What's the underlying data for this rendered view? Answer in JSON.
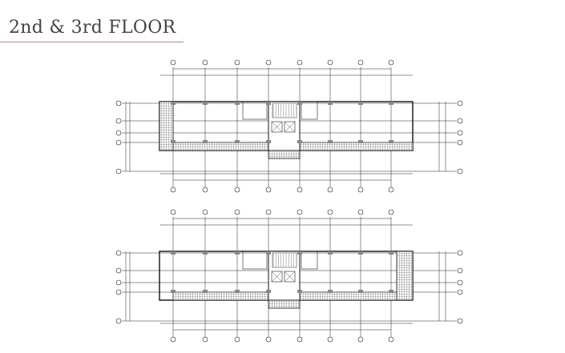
{
  "slide": {
    "title": "2nd & 3rd FLOOR",
    "accent_color": "#b58a8a"
  },
  "plans": [
    {
      "name": "second-floor-plan",
      "hatch_side": "left"
    },
    {
      "name": "third-floor-plan",
      "hatch_side": "right"
    }
  ]
}
